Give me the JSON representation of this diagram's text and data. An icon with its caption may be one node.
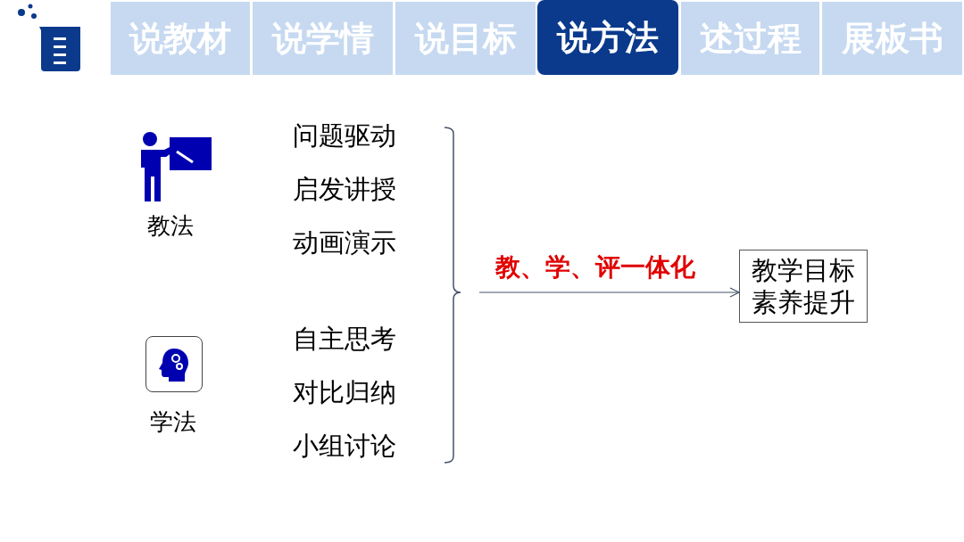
{
  "diagram": {
    "nodes": [
      {
        "text": [
          "说教材"
        ]
      },
      {
        "text": [
          "说学情"
        ]
      },
      {
        "text": [
          "说目标"
        ]
      },
      {
        "text": [
          "说方法"
        ]
      },
      {
        "text": [
          "述过程"
        ]
      },
      {
        "text": [
          "展板书"
        ]
      },
      {
        "text": [
          "教学目标",
          "素养提升"
        ]
      }
    ],
    "edges": [
      {
        "from": null,
        "to": 6,
        "arrow": "to",
        "label": "教、学、评一体化"
      }
    ],
    "labels": [
      "教法",
      "学法",
      "问题驱动",
      "启发讲授",
      "动画演示",
      "自主思考",
      "对比归纳",
      "小组讨论"
    ]
  }
}
